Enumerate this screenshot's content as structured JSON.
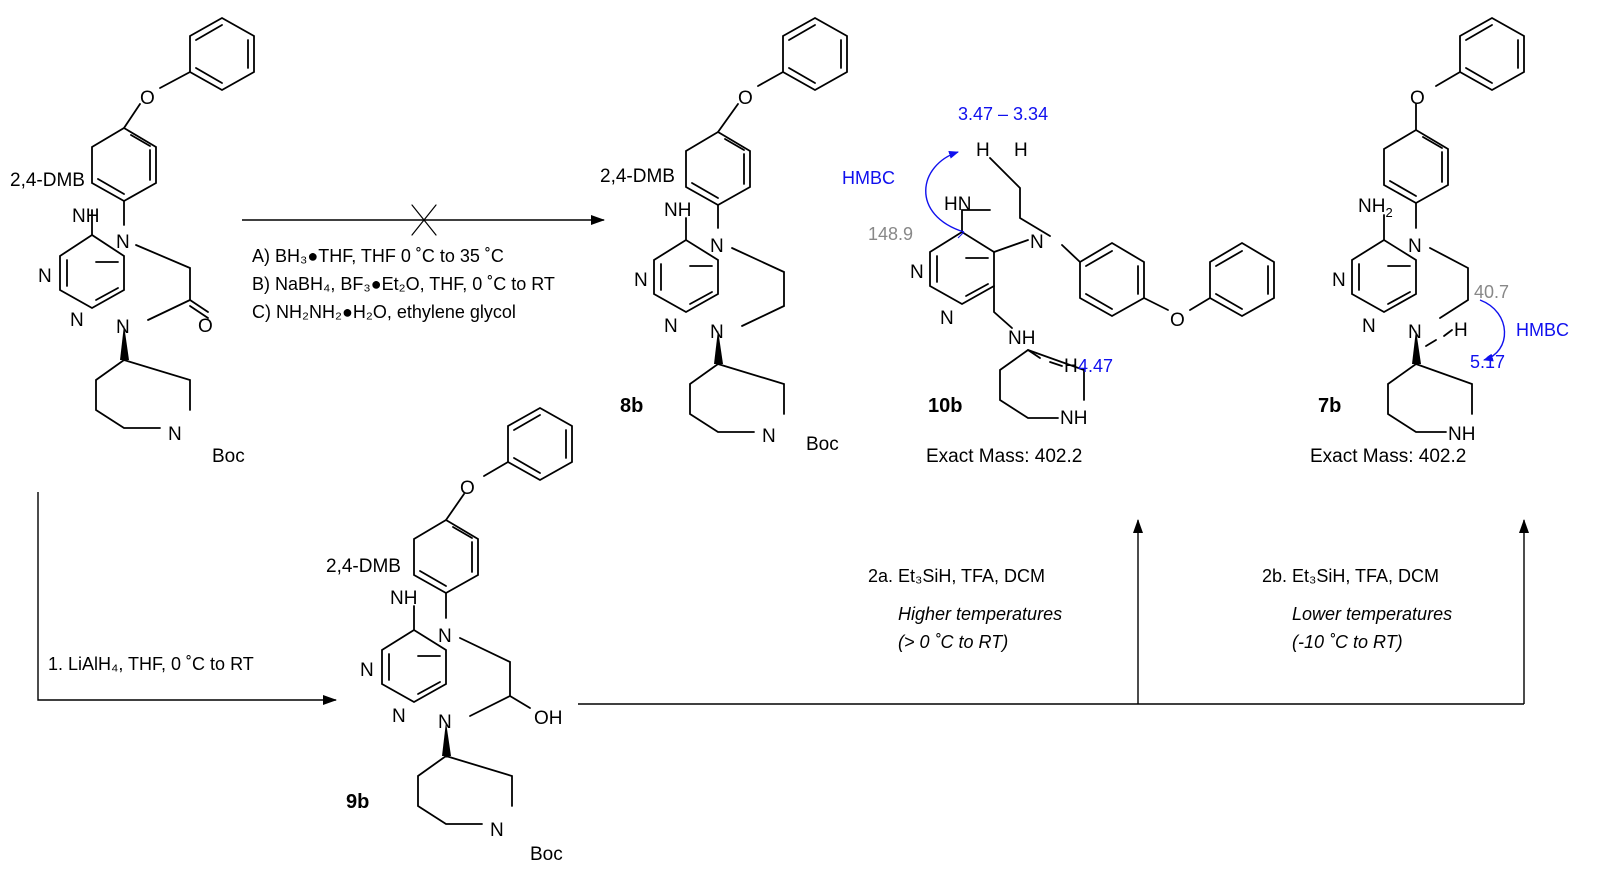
{
  "compounds": {
    "start": {
      "protecting_group": "2,4-DMB",
      "carbamate": "Boc"
    },
    "c8b": {
      "label": "8b",
      "protecting_group": "2,4-DMB",
      "carbamate": "Boc"
    },
    "c9b": {
      "label": "9b",
      "protecting_group": "2,4-DMB",
      "carbamate": "Boc",
      "hydroxyl": "OH"
    },
    "c10b": {
      "label": "10b",
      "mass": "Exact Mass: 402.2"
    },
    "c7b": {
      "label": "7b",
      "mass": "Exact Mass: 402.2"
    }
  },
  "atoms": {
    "N": "N",
    "O": "O",
    "NH": "NH",
    "HN": "HN",
    "H": "H",
    "OH": "OH"
  },
  "conditions": {
    "failed": [
      "A) BH₃●THF, THF 0 ˚C to 35 ˚C",
      "B) NaBH₄, BF₃●Et₂O, THF, 0 ˚C to RT",
      "C) NH₂NH₂●H₂O, ethylene glycol"
    ],
    "step1": "1. LiAlH₄, THF, 0 ˚C to RT",
    "step2a": "2a. Et₃SiH, TFA, DCM",
    "step2a_note1": "Higher temperatures",
    "step2a_note2": "(> 0 ˚C to RT)",
    "step2b": "2b. Et₃SiH, TFA, DCM",
    "step2b_note1": "Lower temperatures",
    "step2b_note2": "(-10 ˚C to RT)"
  },
  "nmr": {
    "h_range": "3.47 – 3.34",
    "c_10b": "148.9",
    "h_10b": "4.47",
    "hmbc": "HMBC",
    "c_7b": "40.7",
    "h_7b": "5.17"
  },
  "colors": {
    "annotation_blue": "#1010ee",
    "annotation_grey": "#888888"
  }
}
